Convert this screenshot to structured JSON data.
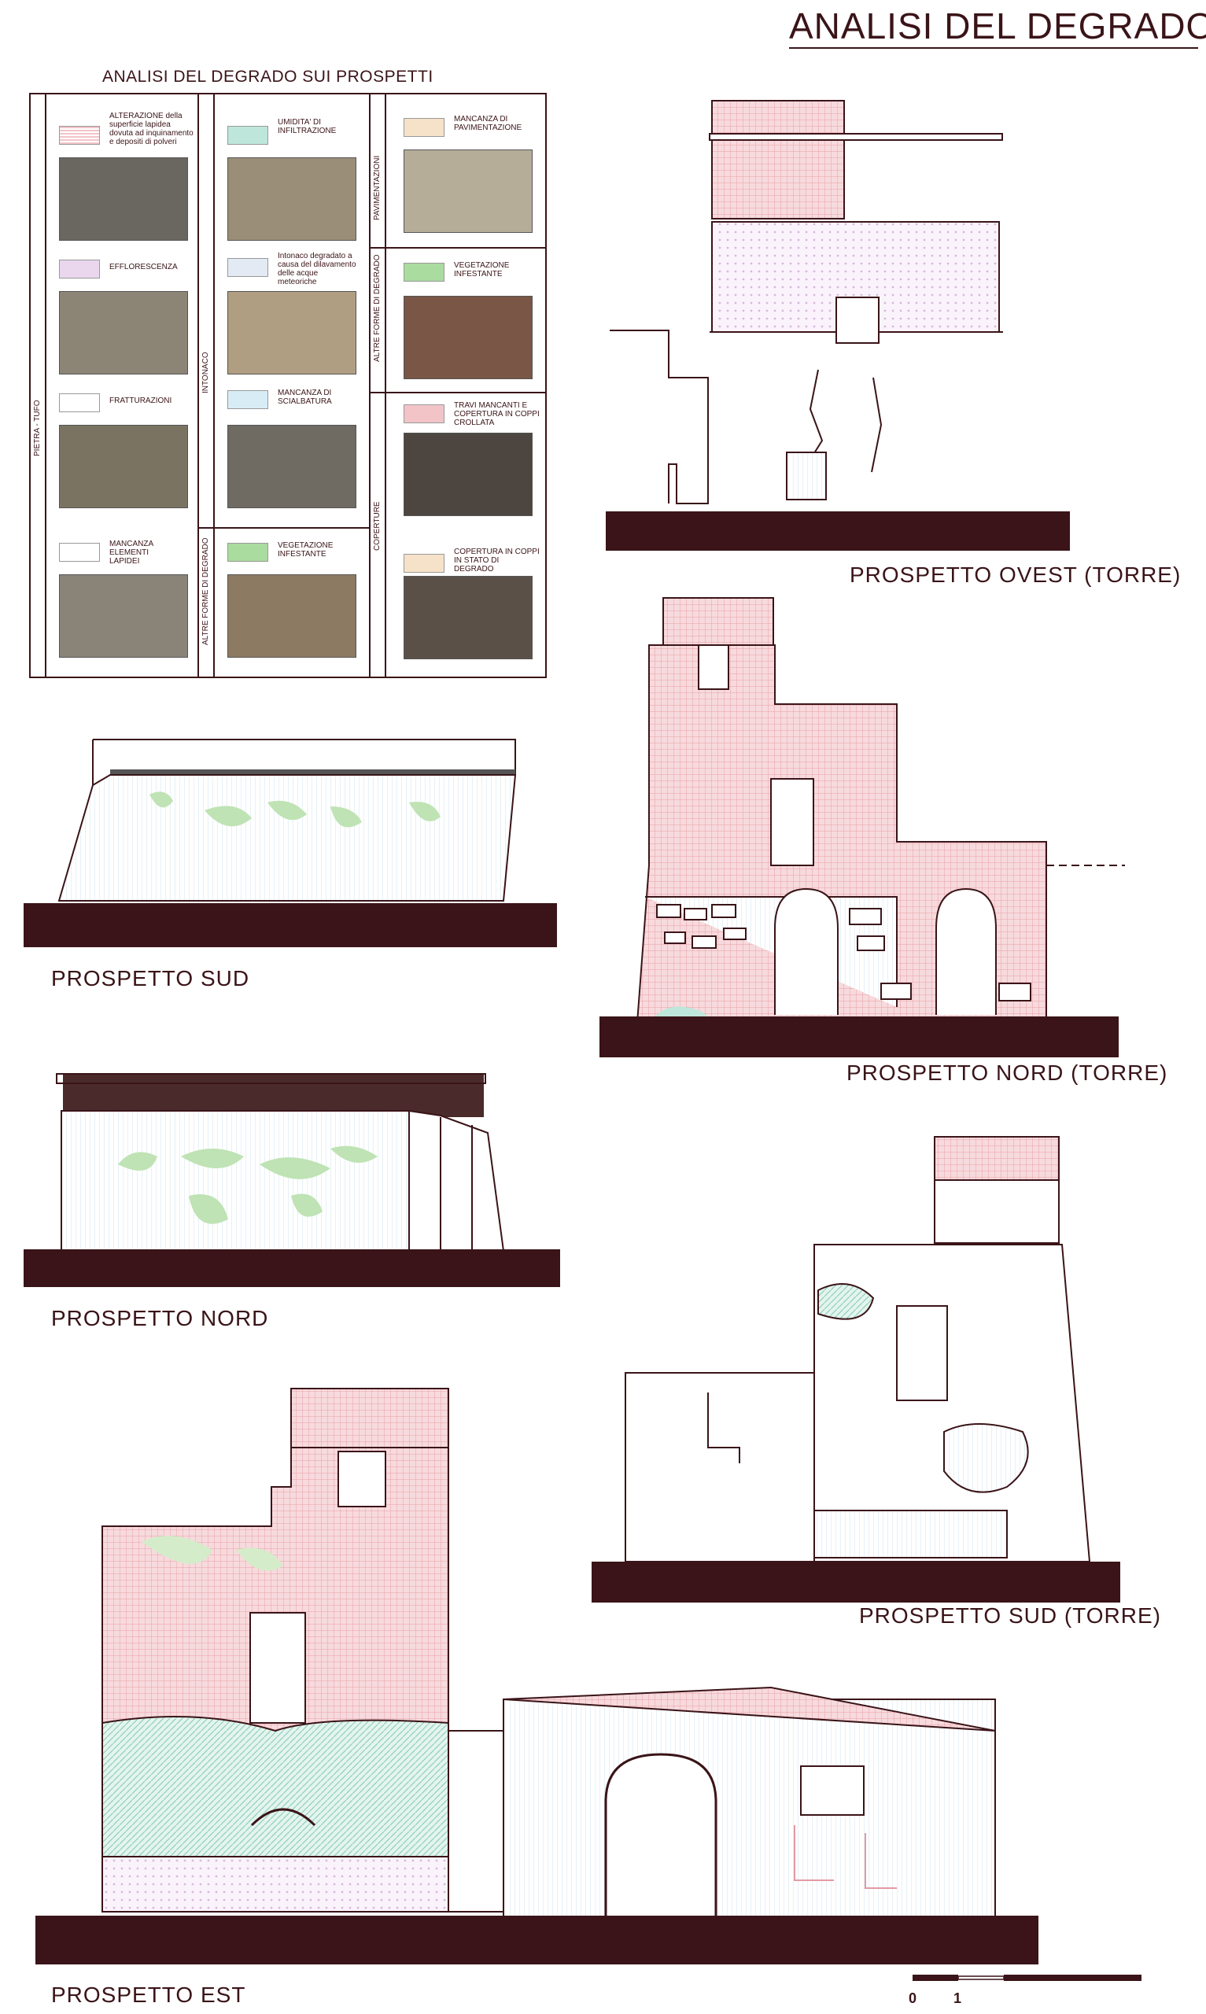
{
  "page": {
    "title": "ANALISI DEL DEGRADO",
    "legend_title": "ANALISI DEL DEGRADO SUI PROSPETTI"
  },
  "legend": {
    "groups": {
      "pietra_tufo": "PIETRA - TUFO",
      "intonaco": "INTONACO",
      "altre_forme_1": "ALTRE FORME DI DEGRADO",
      "pavimentazioni": "PAVIMENTAZIONI",
      "altre_forme_2": "ALTRE FORME DI DEGRADO",
      "coperture": "COPERTURE"
    },
    "entries": [
      {
        "label": "ALTERAZIONE della superficie lapidea dovuta ad inquinamento e depositi di polveri",
        "color": "#f2c4c8"
      },
      {
        "label": "EFFLORESCENZA",
        "color": "#ead7ee"
      },
      {
        "label": "FRATTURAZIONI",
        "color": "#ffffff"
      },
      {
        "label": "MANCANZA ELEMENTI LAPIDEI",
        "color": "#ffffff"
      },
      {
        "label": "UMIDITA' DI INFILTRAZIONE",
        "color": "#bfe6da"
      },
      {
        "label": "Intonaco degradato a causa del dilavamento delle acque meteoriche",
        "color": "#e3eaf3"
      },
      {
        "label": "MANCANZA DI SCIALBATURA",
        "color": "#d8ecf6"
      },
      {
        "label": "VEGETAZIONE INFESTANTE",
        "color": "#a9dc9e"
      },
      {
        "label": "MANCANZA DI PAVIMENTAZIONE",
        "color": "#f6e2c8"
      },
      {
        "label": "VEGETAZIONE INFESTANTE",
        "color": "#a9dc9e"
      },
      {
        "label": "TRAVI MANCANTI E COPERTURA IN COPPI CROLLATA",
        "color": "#f2c4c8"
      },
      {
        "label": "COPERTURA IN COPPI IN STATO DI DEGRADO",
        "color": "#f6e2c8"
      }
    ]
  },
  "elevations": {
    "ovest_torre": "PROSPETTO OVEST (TORRE)",
    "sud": "PROSPETTO SUD",
    "nord_torre": "PROSPETTO NORD (TORRE)",
    "nord": "PROSPETTO NORD",
    "sud_torre": "PROSPETTO SUD (TORRE)",
    "est": "PROSPETTO EST"
  },
  "scale_bar": {
    "label_0": "0",
    "label_1": "1"
  },
  "colors": {
    "ink": "#3a1418",
    "pink": "#f2c4c8",
    "green": "#a9dc9e",
    "teal": "#bfe6da",
    "lilac": "#ead7ee",
    "ground": "#3a1418"
  }
}
